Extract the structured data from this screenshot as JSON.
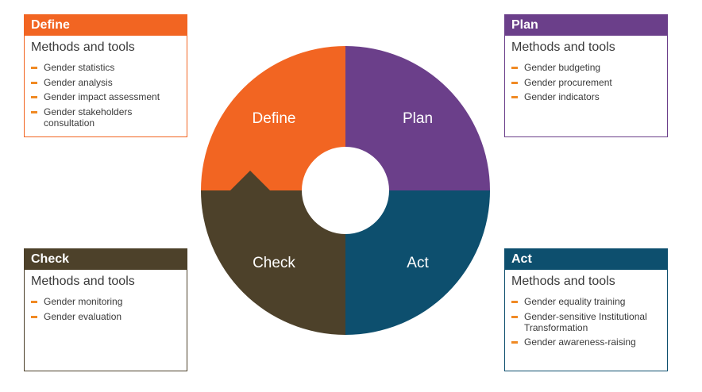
{
  "colors": {
    "define": "#f26522",
    "plan": "#6b3f8a",
    "check": "#4d412a",
    "act": "#0d4f6e",
    "bullet": "#f08a24"
  },
  "cycle": {
    "define": "Define",
    "plan": "Plan",
    "check": "Check",
    "act": "Act"
  },
  "boxes": {
    "define": {
      "title": "Define",
      "subtitle": "Methods and tools",
      "items": [
        "Gender statistics",
        "Gender analysis",
        "Gender impact assessment",
        "Gender stakeholders consultation"
      ]
    },
    "plan": {
      "title": "Plan",
      "subtitle": "Methods and tools",
      "items": [
        "Gender budgeting",
        "Gender procurement",
        "Gender indicators"
      ]
    },
    "check": {
      "title": "Check",
      "subtitle": "Methods and tools",
      "items": [
        "Gender monitoring",
        "Gender evaluation"
      ]
    },
    "act": {
      "title": "Act",
      "subtitle": "Methods and tools",
      "items": [
        "Gender equality training",
        "Gender-sensitive Institutional Transformation",
        "Gender awareness-raising"
      ]
    }
  }
}
